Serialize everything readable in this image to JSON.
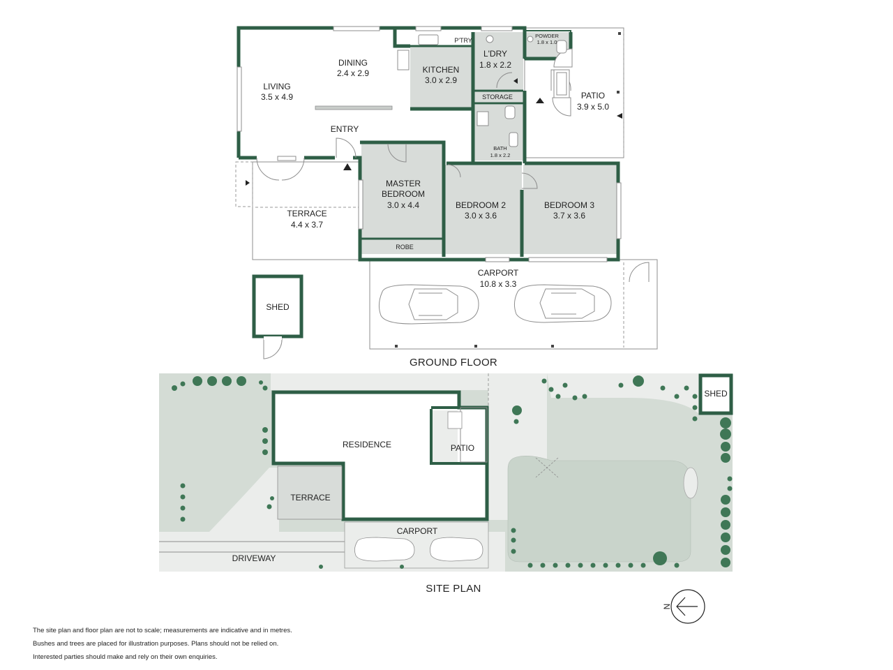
{
  "floor_plan": {
    "heading": "GROUND FLOOR",
    "rooms": {
      "living": {
        "name": "LIVING",
        "dims": "3.5 x 4.9"
      },
      "dining": {
        "name": "DINING",
        "dims": "2.4 x 2.9"
      },
      "kitchen": {
        "name": "KITCHEN",
        "dims": "3.0 x 2.9"
      },
      "pantry": {
        "name": "P'TRY"
      },
      "laundry": {
        "name": "L'DRY",
        "dims": "1.8 x 2.2"
      },
      "powder": {
        "name": "POWDER",
        "dims": "1.8 x 1.0"
      },
      "storage": {
        "name": "STORAGE"
      },
      "patio": {
        "name": "PATIO",
        "dims": "3.9 x 5.0"
      },
      "entry": {
        "name": "ENTRY"
      },
      "bath": {
        "name": "BATH",
        "dims": "1.8 x 2.2"
      },
      "master_bedroom": {
        "name_line1": "MASTER",
        "name_line2": "BEDROOM",
        "dims": "3.0 x 4.4"
      },
      "robe": {
        "name": "ROBE"
      },
      "bedroom2": {
        "name": "BEDROOM 2",
        "dims": "3.0 x 3.6"
      },
      "bedroom3": {
        "name": "BEDROOM 3",
        "dims": "3.7 x 3.6"
      },
      "terrace": {
        "name": "TERRACE",
        "dims": "4.4 x 3.7"
      },
      "carport": {
        "name": "CARPORT",
        "dims": "10.8 x 3.3"
      },
      "shed": {
        "name": "SHED"
      }
    }
  },
  "site_plan": {
    "heading": "SITE PLAN",
    "labels": {
      "residence": "RESIDENCE",
      "patio": "PATIO",
      "terrace": "TERRACE",
      "carport": "CARPORT",
      "driveway": "DRIVEWAY",
      "shed": "SHED"
    }
  },
  "compass": {
    "letter": "N"
  },
  "disclaimer": [
    "The site plan and floor plan are not to scale; measurements are indicative and in metres.",
    "Bushes and trees are placed for illustration purposes. Plans should not be relied on.",
    "Interested parties should make and rely on their own enquiries."
  ],
  "colors": {
    "wall": "#2e5e46",
    "room_grey": "#d8dcd9",
    "lawn": "#d4dcd5",
    "tree": "#3f7756"
  }
}
